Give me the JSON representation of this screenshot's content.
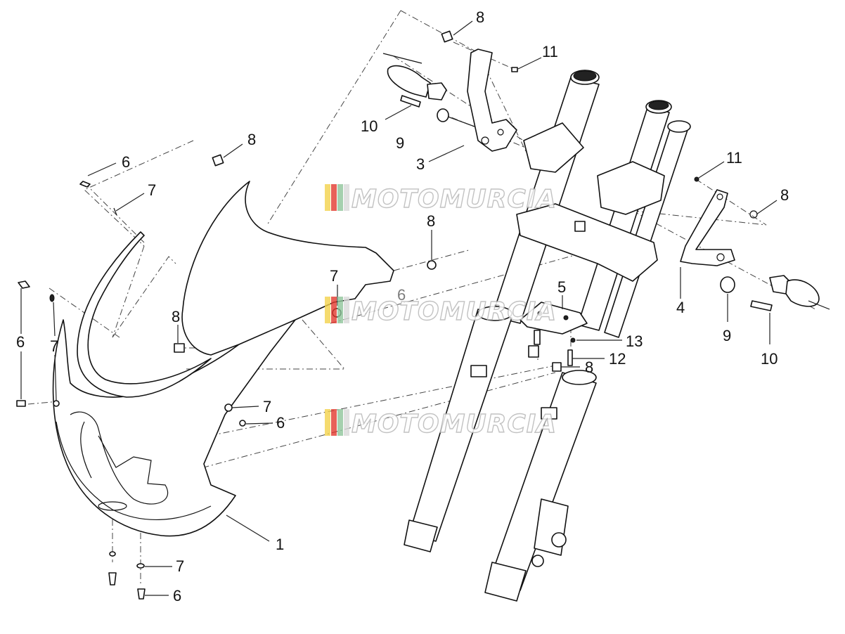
{
  "watermark": {
    "text": "MOTOMURCIA",
    "stripe_colors": [
      "#f2d24b",
      "#e23a2e",
      "#8fc49a",
      "#d9d9d9"
    ]
  },
  "callouts": [
    {
      "id": "fairing",
      "label": "1"
    },
    {
      "id": "bracket-left",
      "label": "3"
    },
    {
      "id": "bracket-right",
      "label": "4"
    },
    {
      "id": "plate",
      "label": "5"
    },
    {
      "id": "screw-a",
      "label": "6"
    },
    {
      "id": "washer-a",
      "label": "7"
    },
    {
      "id": "screw-b",
      "label": "6"
    },
    {
      "id": "washer-b",
      "label": "7"
    },
    {
      "id": "screw-c",
      "label": "6"
    },
    {
      "id": "washer-c",
      "label": "7"
    },
    {
      "id": "screw-d",
      "label": "6"
    },
    {
      "id": "washer-d",
      "label": "7"
    },
    {
      "id": "screw-e",
      "label": "6"
    },
    {
      "id": "washer-e",
      "label": "7"
    },
    {
      "id": "bush-top",
      "label": "8"
    },
    {
      "id": "bush-screen",
      "label": "8"
    },
    {
      "id": "bush-mid",
      "label": "8"
    },
    {
      "id": "bush-left",
      "label": "8"
    },
    {
      "id": "bush-right",
      "label": "8"
    },
    {
      "id": "bush-plate",
      "label": "8"
    },
    {
      "id": "spacer-left",
      "label": "9"
    },
    {
      "id": "spacer-right",
      "label": "9"
    },
    {
      "id": "bolt-left",
      "label": "10"
    },
    {
      "id": "bolt-right",
      "label": "10"
    },
    {
      "id": "nut-left",
      "label": "11"
    },
    {
      "id": "nut-right",
      "label": "11"
    },
    {
      "id": "pin",
      "label": "12"
    },
    {
      "id": "clip",
      "label": "13"
    }
  ]
}
